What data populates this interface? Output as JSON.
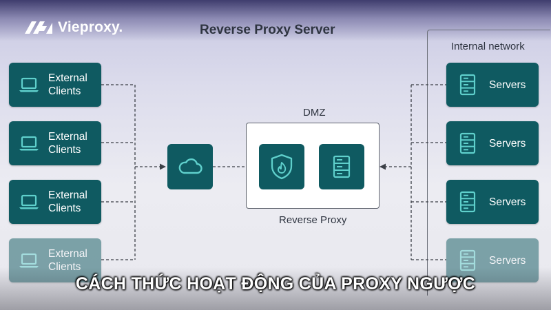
{
  "brand": {
    "name": "Vieproxy.",
    "mark_icon": "vieproxy-logo-icon"
  },
  "diagram": {
    "title": "Reverse Proxy Server",
    "internal_network_label": "Internal network",
    "dmz_label": "DMZ",
    "reverse_proxy_label": "Reverse Proxy",
    "clients": [
      {
        "line1": "External",
        "line2": "Clients",
        "icon": "laptop-icon"
      },
      {
        "line1": "External",
        "line2": "Clients",
        "icon": "laptop-icon"
      },
      {
        "line1": "External",
        "line2": "Clients",
        "icon": "laptop-icon"
      },
      {
        "line1": "External",
        "line2": "Clients",
        "icon": "laptop-icon",
        "faded": true
      }
    ],
    "servers": [
      {
        "label": "Servers",
        "icon": "server-rack-icon"
      },
      {
        "label": "Servers",
        "icon": "server-rack-icon"
      },
      {
        "label": "Servers",
        "icon": "server-rack-icon"
      },
      {
        "label": "Servers",
        "icon": "server-rack-icon",
        "faded": true
      }
    ],
    "internet_icon": "cloud-icon",
    "dmz_icons": [
      "firewall-shield-icon",
      "server-rack-icon"
    ]
  },
  "caption": "CÁCH THỨC HOẠT ĐỘNG CỦA PROXY NGƯỢC",
  "colors": {
    "card": "#0f5a61",
    "icon": "#5fd0cc",
    "text_dark": "#2e3440",
    "line": "#3b3f46"
  }
}
